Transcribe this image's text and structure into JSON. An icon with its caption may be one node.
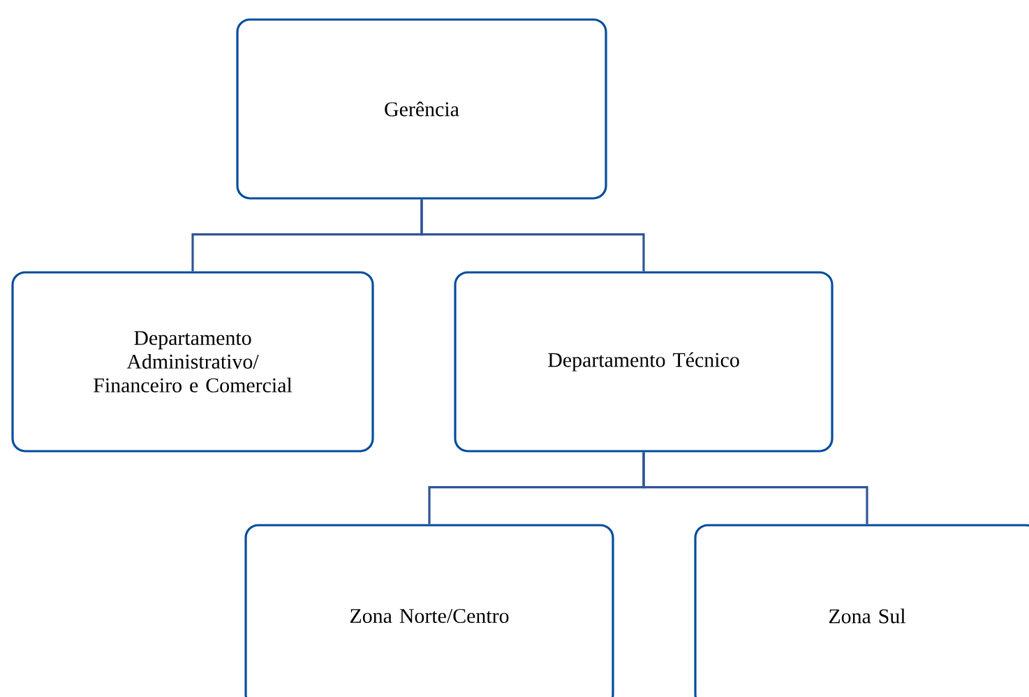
{
  "diagram": {
    "nodes": [
      {
        "text": [
          "Gerência"
        ]
      },
      {
        "text": [
          "Departamento Administrativo/ Financeiro e Comercial"
        ]
      },
      {
        "text": [
          "Departamento Técnico"
        ]
      },
      {
        "text": [
          "Zona Norte/Centro"
        ]
      },
      {
        "text": [
          "Zona Sul"
        ]
      }
    ],
    "edges": [
      {
        "from": 0,
        "to": 1,
        "arrow": "none"
      },
      {
        "from": 0,
        "to": 2,
        "arrow": "none"
      },
      {
        "from": 2,
        "to": 3,
        "arrow": "none"
      },
      {
        "from": 2,
        "to": 4,
        "arrow": "none"
      }
    ]
  }
}
